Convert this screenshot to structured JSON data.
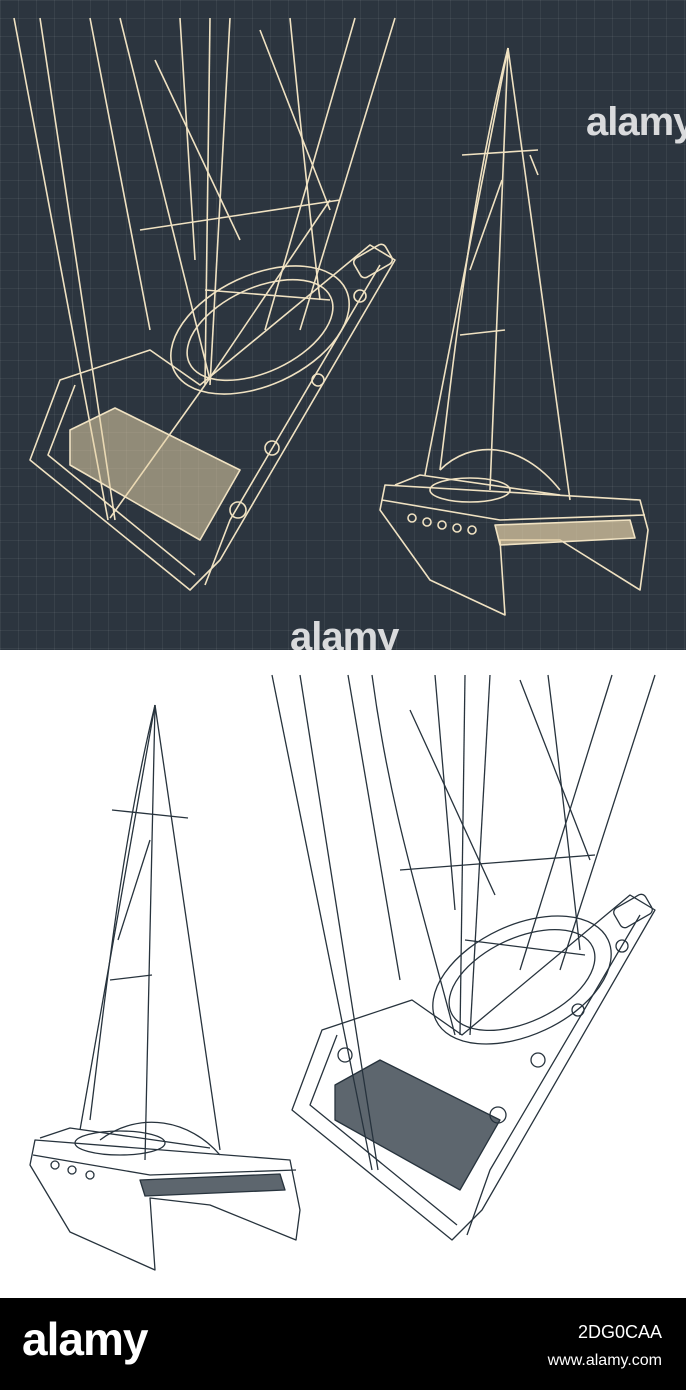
{
  "image": {
    "watermark": "alamy",
    "footer": {
      "logo": "alamy",
      "image_id": "2DG0CAA",
      "url": "www.alamy.com"
    },
    "colors": {
      "blueprint_bg": "#2c353f",
      "blueprint_line": "#f0e2c2",
      "blueprint_fill": "#e6d2a8",
      "light_bg": "#ffffff",
      "light_line": "#27333d",
      "footer_bg": "#000000"
    },
    "icons": [
      "catamaran-top-view-drawing",
      "catamaran-side-view-drawing"
    ]
  }
}
